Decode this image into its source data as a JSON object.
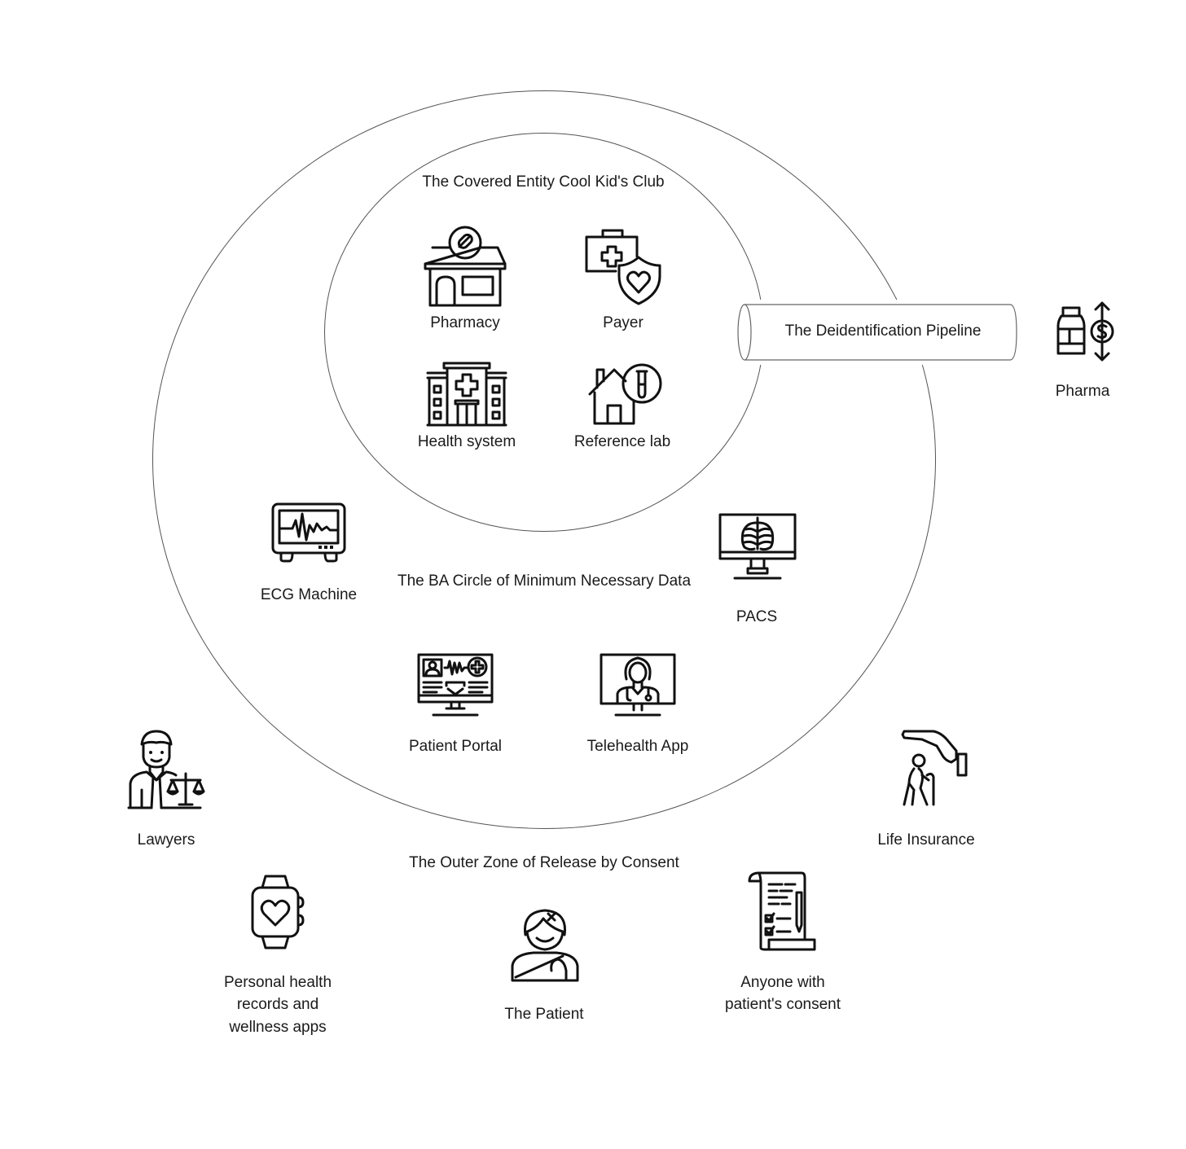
{
  "zones": {
    "inner_title": "The Covered Entity Cool Kid's Club",
    "middle_title": "The BA Circle of Minimum Necessary Data",
    "outer_title": "The Outer Zone of Release by Consent",
    "pipeline": "The Deidentification Pipeline"
  },
  "inner": {
    "pharmacy": "Pharmacy",
    "payer": "Payer",
    "health_system": "Health system",
    "reference_lab": "Reference lab"
  },
  "middle": {
    "ecg": "ECG Machine",
    "pacs": "PACS",
    "patient_portal": "Patient Portal",
    "telehealth": "Telehealth App"
  },
  "outer": {
    "lawyers": "Lawyers",
    "life_insurance": "Life Insurance",
    "phr_line1": "Personal health",
    "phr_line2": "records and",
    "phr_line3": "wellness apps",
    "patient": "The Patient",
    "consent_line1": "Anyone with",
    "consent_line2": "patient's consent"
  },
  "external": {
    "pharma": "Pharma"
  },
  "icons": {
    "pharmacy": "pharmacy-store-icon",
    "payer": "insurance-kit-shield-icon",
    "health_system": "hospital-icon",
    "reference_lab": "lab-house-icon",
    "ecg": "ecg-monitor-icon",
    "pacs": "xray-monitor-icon",
    "patient_portal": "portal-monitor-icon",
    "telehealth": "doctor-monitor-icon",
    "lawyers": "lawyer-icon",
    "life_insurance": "life-insurance-icon",
    "phr": "smartwatch-heart-icon",
    "patient": "patient-icon",
    "consent": "consent-scroll-icon",
    "pharma": "pharma-vial-dollar-icon"
  }
}
